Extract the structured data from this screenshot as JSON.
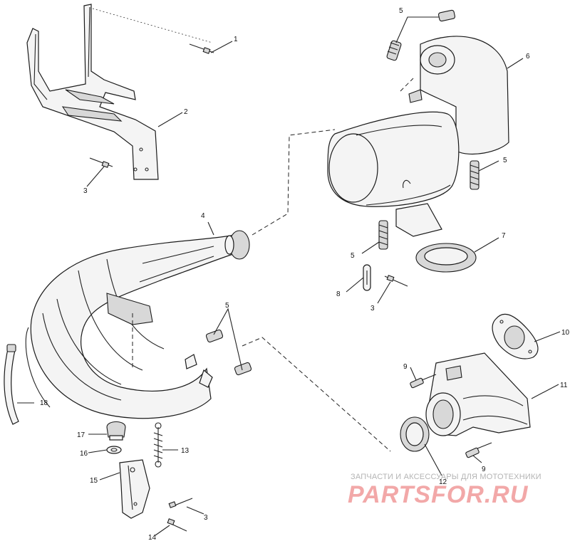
{
  "callouts": [
    {
      "id": "c1",
      "text": "1"
    },
    {
      "id": "c2",
      "text": "2"
    },
    {
      "id": "c3a",
      "text": "3"
    },
    {
      "id": "c4",
      "text": "4"
    },
    {
      "id": "c5a",
      "text": "5"
    },
    {
      "id": "c6",
      "text": "6"
    },
    {
      "id": "c5b",
      "text": "5"
    },
    {
      "id": "c5c",
      "text": "5"
    },
    {
      "id": "c7",
      "text": "7"
    },
    {
      "id": "c8",
      "text": "8"
    },
    {
      "id": "c3b",
      "text": "3"
    },
    {
      "id": "c5d",
      "text": "5"
    },
    {
      "id": "c10",
      "text": "10"
    },
    {
      "id": "c9a",
      "text": "9"
    },
    {
      "id": "c11",
      "text": "11"
    },
    {
      "id": "c18",
      "text": "18"
    },
    {
      "id": "c17",
      "text": "17"
    },
    {
      "id": "c16",
      "text": "16"
    },
    {
      "id": "c13",
      "text": "13"
    },
    {
      "id": "c12",
      "text": "12"
    },
    {
      "id": "c15",
      "text": "15"
    },
    {
      "id": "c9b",
      "text": "9"
    },
    {
      "id": "c3c",
      "text": "3"
    },
    {
      "id": "c14",
      "text": "14"
    }
  ],
  "watermark": {
    "tagline": "ЗАПЧАСТИ И АКСЕССУАРЫ ДЛЯ МОТОТЕХНИКИ",
    "logo": "PARTSFOR.RU",
    "color": "#f2a8a8"
  }
}
